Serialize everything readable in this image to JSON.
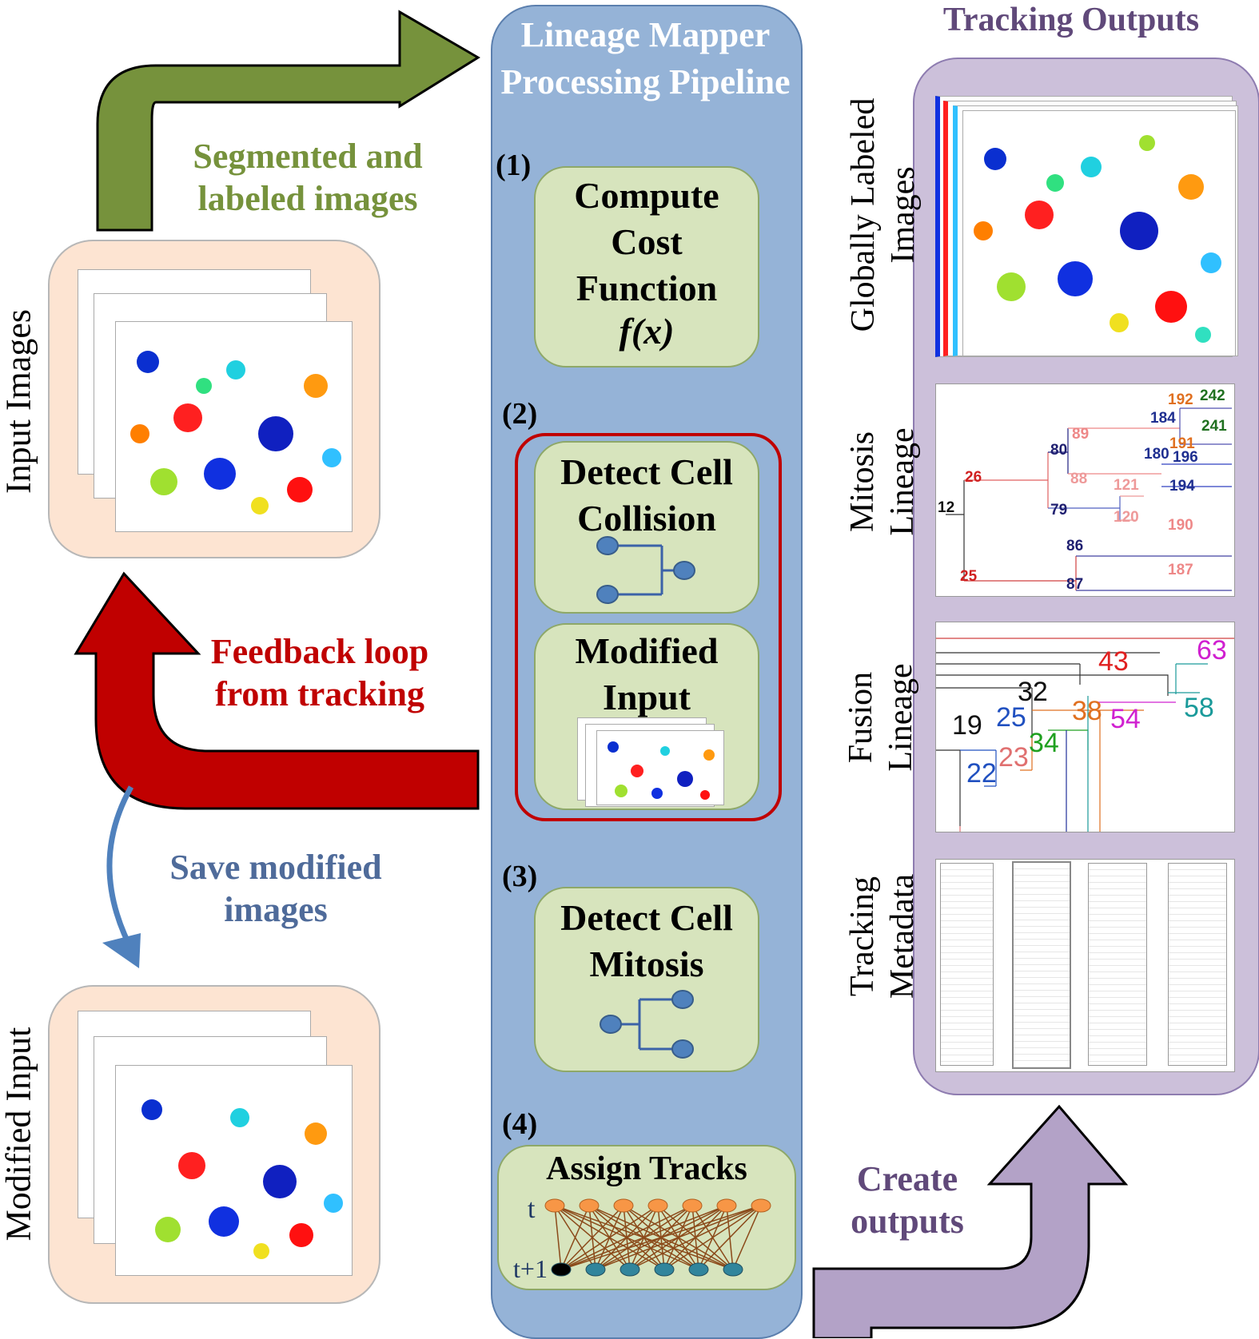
{
  "left": {
    "input_images_label": "Input Images",
    "modified_input_label": "Modified Input",
    "segmented_label": "Segmented and labeled images",
    "feedback_label": "Feedback loop from tracking",
    "save_label": "Save modified images"
  },
  "pipeline": {
    "title": "Lineage Mapper Processing Pipeline",
    "steps": [
      {
        "number": "(1)",
        "title": "Compute Cost Function",
        "formula": "f(x)"
      },
      {
        "number": "(2)",
        "title_a": "Detect Cell Collision",
        "title_b": "Modified Input"
      },
      {
        "number": "(3)",
        "title": "Detect Cell Mitosis"
      },
      {
        "number": "(4)",
        "title": "Assign Tracks",
        "row_t": "t",
        "row_t1": "t+1"
      }
    ]
  },
  "outputs": {
    "title": "Tracking Outputs",
    "create_label": "Create outputs",
    "panels": [
      {
        "label": "Globally Labeled Images"
      },
      {
        "label": "Mitosis Lineage",
        "nodes": [
          "192",
          "242",
          "184",
          "241",
          "89",
          "191",
          "80",
          "180",
          "196",
          "26",
          "88",
          "121",
          "194",
          "12",
          "79",
          "120",
          "86",
          "190",
          "25",
          "87",
          "187"
        ]
      },
      {
        "label": "Fusion Lineage",
        "nodes": [
          "63",
          "43",
          "32",
          "58",
          "19",
          "25",
          "38",
          "54",
          "23",
          "34",
          "22"
        ]
      },
      {
        "label": "Tracking Metadata"
      }
    ]
  },
  "colors": {
    "green_arrow": "#76923c",
    "red_arrow": "#c00000",
    "blue_arrow": "#4f81bd",
    "purple_arrow": "#b3a2c7",
    "segmented_text": "#76923c",
    "feedback_text": "#c00000",
    "save_text": "#4f6b9a",
    "outputs_text": "#60497a"
  }
}
